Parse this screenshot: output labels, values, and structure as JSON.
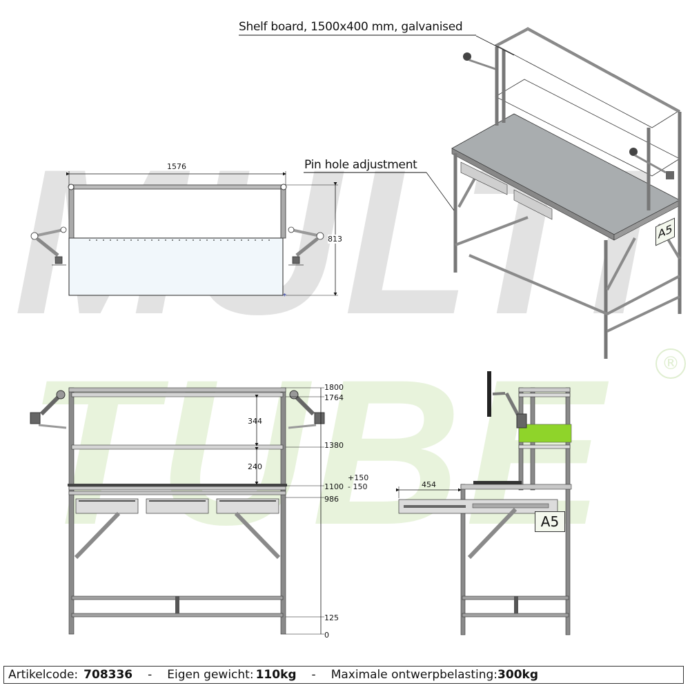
{
  "watermark": {
    "line1": "MULTI",
    "line2": "TUBE",
    "registered": "®",
    "color_line1": "#e2e2e2",
    "color_line2": "#e8f3dc"
  },
  "callouts": {
    "shelf_board": "Shelf board, 1500x400 mm, galvanised",
    "pin_hole": "Pin hole adjustment"
  },
  "top_view": {
    "width_dim": "1576",
    "depth_dim": "813"
  },
  "front_view": {
    "height_labels": [
      "1800",
      "1764",
      "1380",
      "1100",
      "986",
      "125",
      "0"
    ],
    "gap_upper": "344",
    "gap_lower": "240",
    "adjust_plus": "+150",
    "adjust_minus": "- 150"
  },
  "side_view": {
    "extension_dim": "454",
    "label": "A5"
  },
  "iso_view": {
    "label": "A5"
  },
  "footer": {
    "article_label": "Artikelcode:",
    "article_value": "708336",
    "weight_label": "Eigen gewicht:",
    "weight_value": "110kg",
    "load_label": "Maximale ontwerpbelasting:",
    "load_value": "300kg",
    "separator": "-"
  },
  "colors": {
    "tube": "#8a8a8a",
    "tube_dark": "#555555",
    "worktop": "#a9adaf",
    "bin_green": "#8fd42a",
    "drawer": "#dcdcdc",
    "top_view_fill": "#f1f7fb"
  }
}
